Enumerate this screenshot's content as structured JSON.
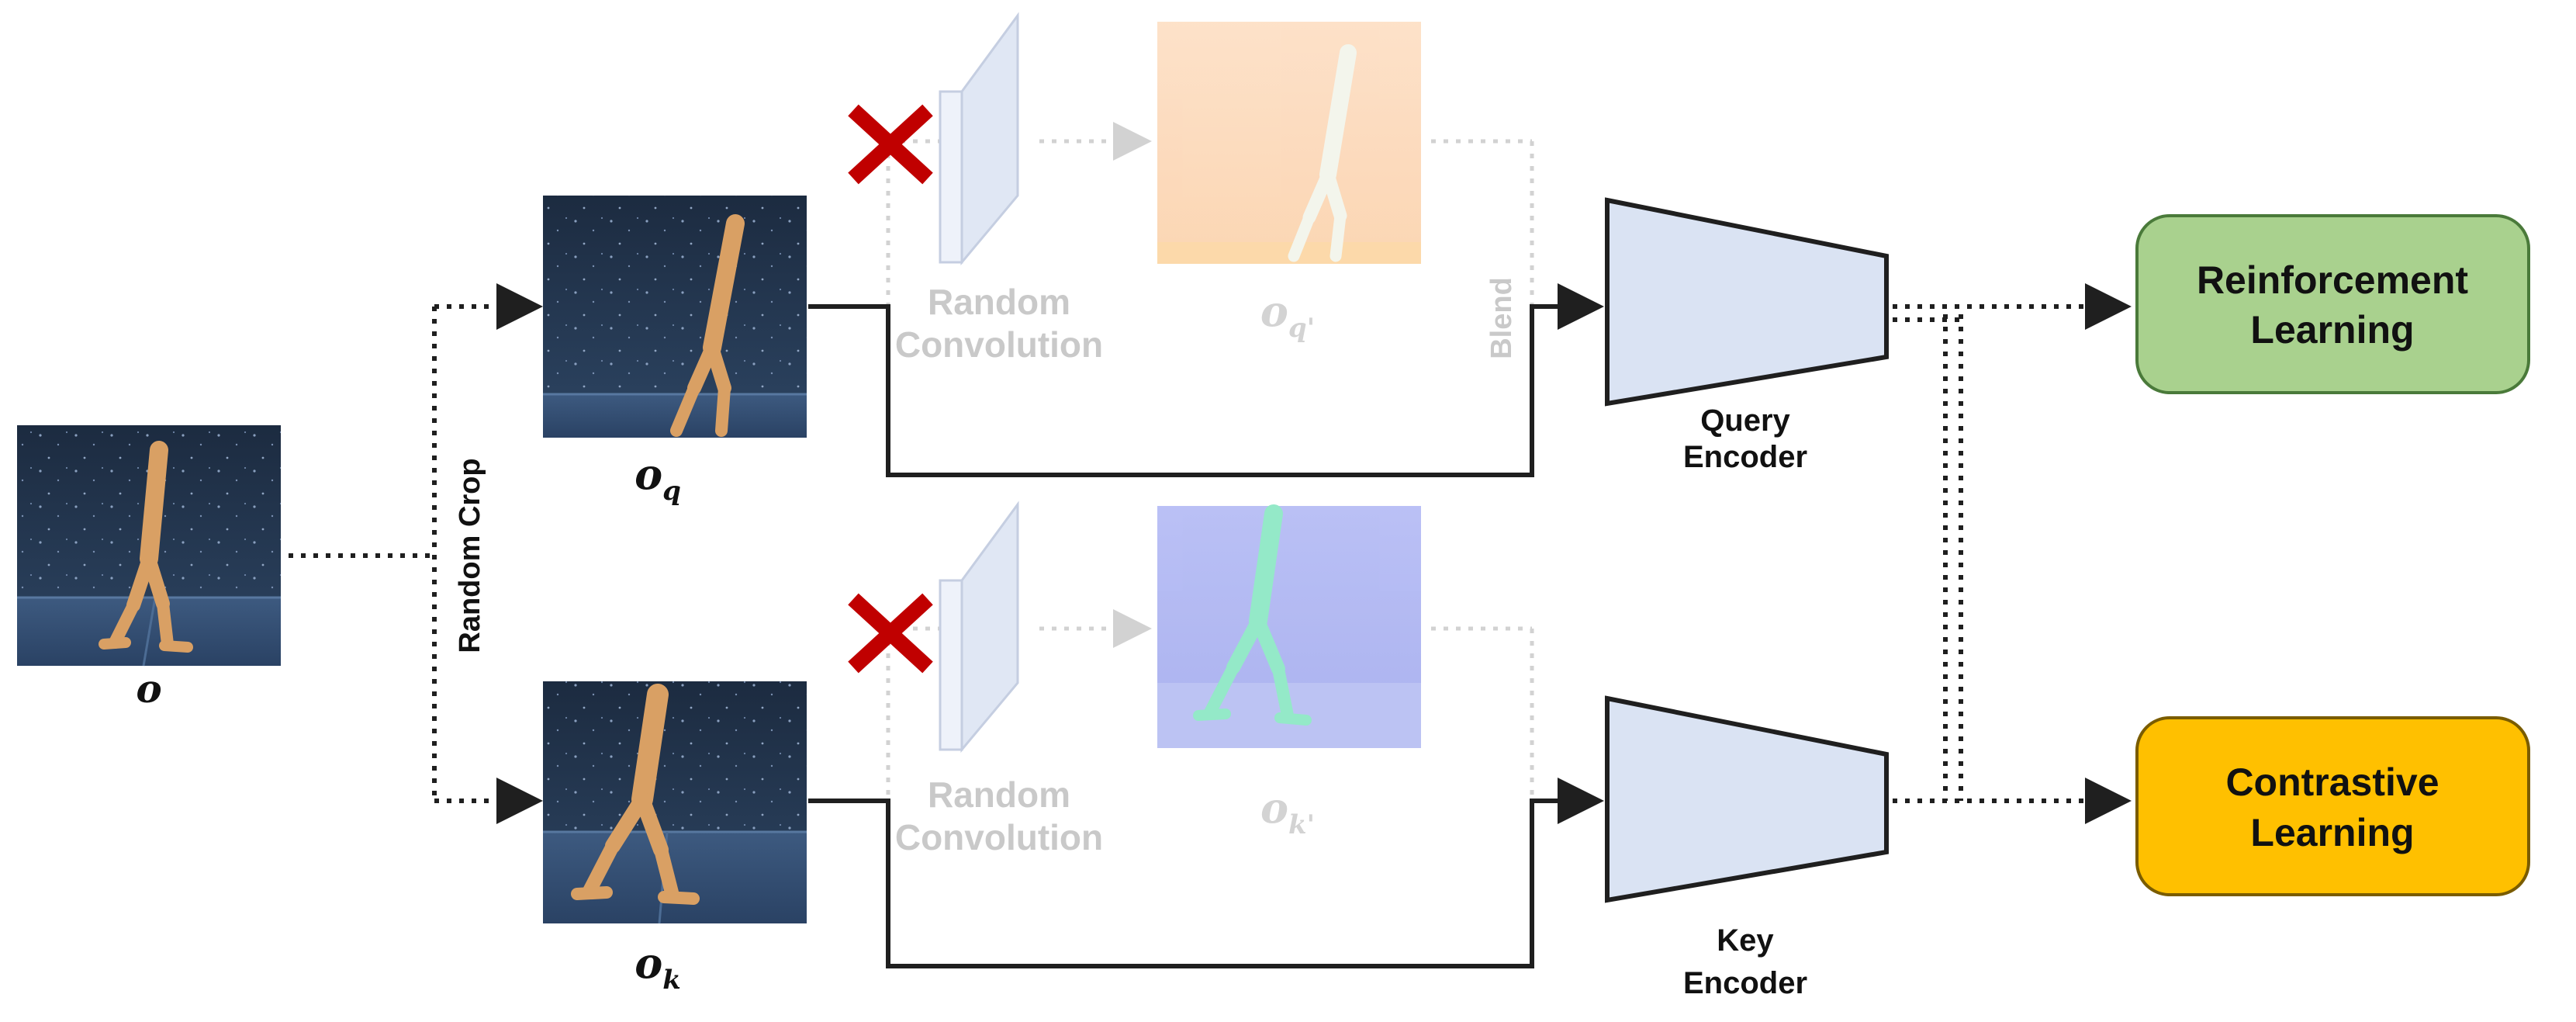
{
  "labels": {
    "input_obs": "o",
    "query_obs_base": "o",
    "query_obs_sub": "q",
    "key_obs_base": "o",
    "key_obs_sub": "k",
    "random_crop": "Random Crop",
    "rc_top_line1": "Random",
    "rc_top_line2": "Convolution",
    "rc_bottom_line1": "Random",
    "rc_bottom_line2": "Convolution",
    "q_prime_base": "o",
    "q_prime_sub": "q'",
    "k_prime_base": "o",
    "k_prime_sub": "k'",
    "blend": "Blend",
    "query_encoder_line1": "Query",
    "query_encoder_line2": "Encoder",
    "key_encoder_line1": "Key",
    "key_encoder_line2": "Encoder",
    "rl_line1": "Reinforcement",
    "rl_line2": "Learning",
    "cl_line1": "Contrastive",
    "cl_line2": "Learning"
  },
  "colors": {
    "rl_box_fill": "#a9d18e",
    "rl_box_stroke": "#4a7a3a",
    "cl_box_fill": "#ffc000",
    "cl_box_stroke": "#7a5c00",
    "encoder_fill": "#dae3f3",
    "encoder_stroke": "#1f1f1f",
    "disabled_mark": "#c00000",
    "faded_text": "#c9c9c9",
    "line": "#1f1f1f"
  },
  "icons": {
    "disabled_top": "x-mark-icon",
    "disabled_bottom": "x-mark-icon"
  }
}
